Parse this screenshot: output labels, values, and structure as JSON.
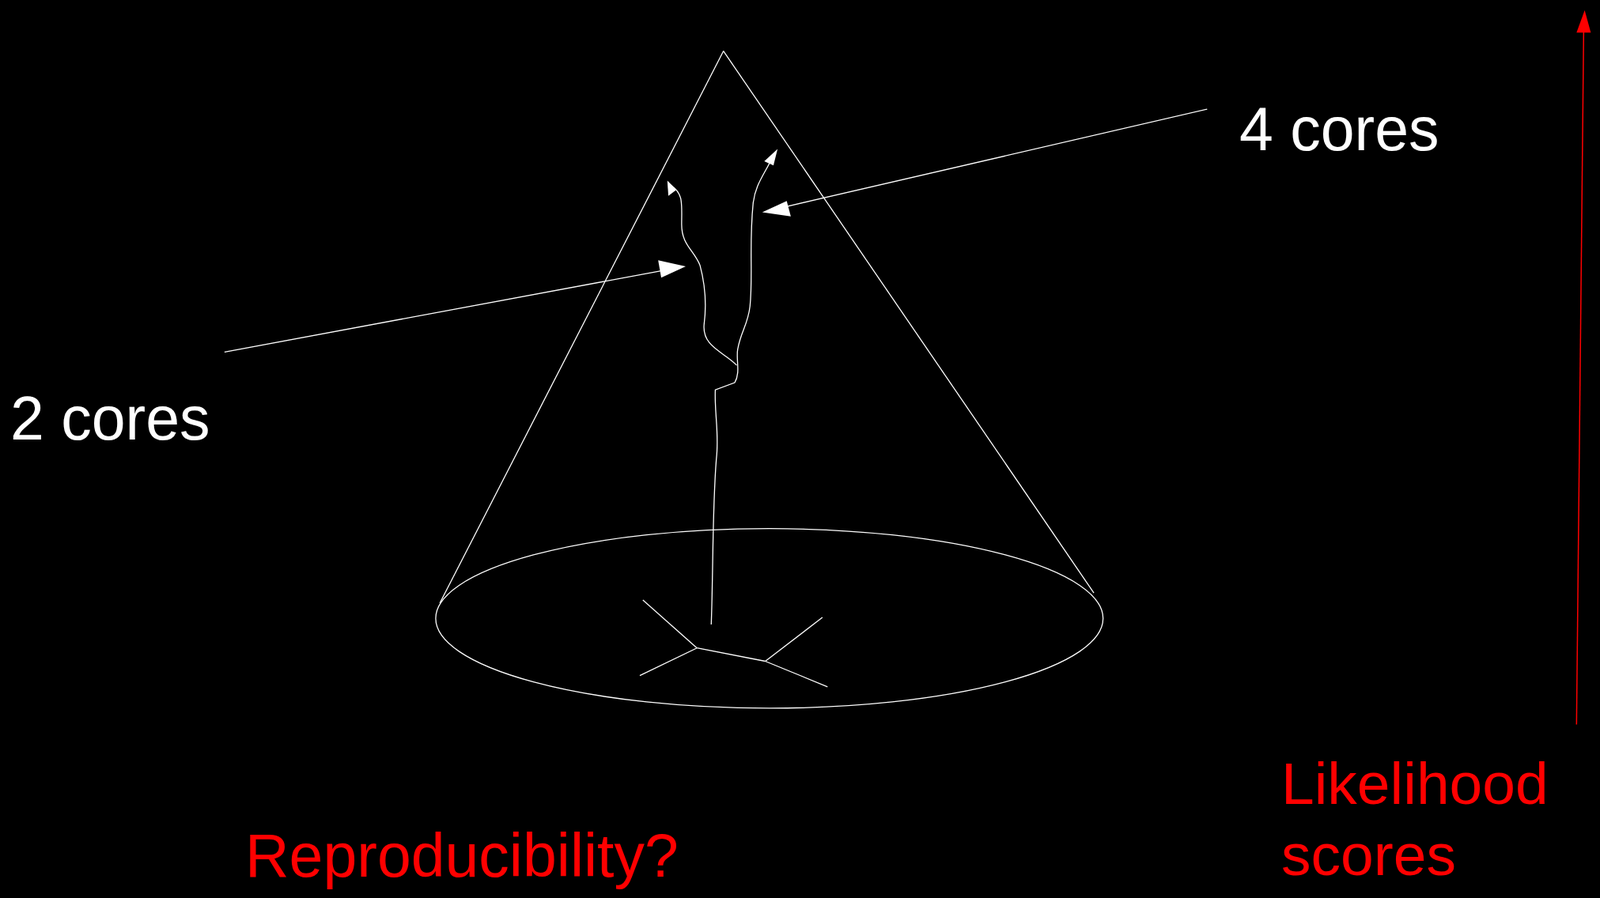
{
  "diagram": {
    "labels": [
      "2 cores",
      "4 cores",
      "Reproducibility?",
      "Likelihood scores"
    ]
  }
}
